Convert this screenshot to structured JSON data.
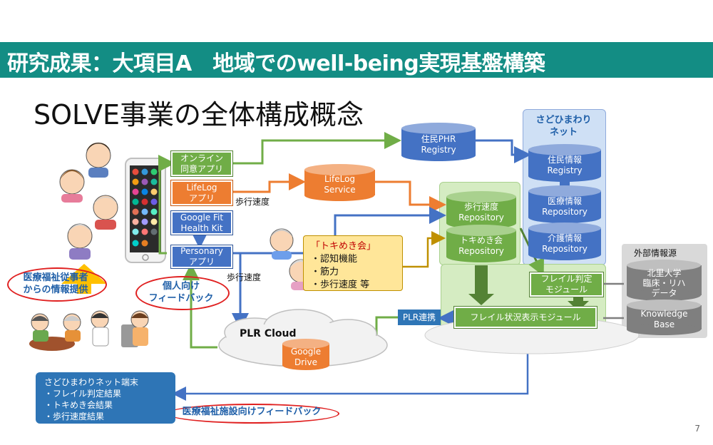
{
  "title": "研究成果：大項目A　地域でのwell-being実現基盤構築",
  "subtitle": "SOLVE事業の全体構成概念",
  "page_number": "7",
  "apps": {
    "online_consent": [
      "オンライン",
      "同意アプリ"
    ],
    "lifelog_app": [
      "LifeLog",
      "アプリ"
    ],
    "google_fit": [
      "Google Fit",
      "Health Kit"
    ],
    "personary": [
      "Personary",
      "アプリ"
    ]
  },
  "cylinders": {
    "resident_phr": [
      "住民PHR",
      "Registry"
    ],
    "lifelog_service": [
      "LifeLog",
      "Service"
    ],
    "walking_repo": [
      "歩行速度",
      "Repository"
    ],
    "tokimeki_repo": [
      "トキめき会",
      "Repository"
    ],
    "resident_info": [
      "住民情報",
      "Registry"
    ],
    "medical_info": [
      "医療情報",
      "Repository"
    ],
    "care_info": [
      "介護情報",
      "Repository"
    ],
    "kitasato": [
      "北里大学",
      "臨床・リハ",
      "データ"
    ],
    "knowledge_base": [
      "Knowledge",
      "Base"
    ],
    "google_drive": [
      "Google",
      "Drive"
    ]
  },
  "labels": {
    "walking_speed_1": "歩行速度",
    "walking_speed_2": "歩行速度",
    "sadohimawari_net": [
      "さどひまわり",
      "ネット"
    ],
    "external_info": "外部情報源",
    "frail_judgment": [
      "フレイル判定",
      "モジュール"
    ],
    "frail_display": "フレイル状況表示モジュール",
    "plr_link": "PLR連携",
    "plr_cloud": "PLR Cloud",
    "medical_welfare_staff": [
      "医療福祉従事者",
      "からの情報提供"
    ],
    "personal_feedback": [
      "個人向け",
      "フィードバック"
    ],
    "facility_feedback": "医療福祉施設向けフィードバック"
  },
  "tokimeki": {
    "title": "「トキめき会」",
    "items": [
      "・認知機能",
      "・筋力",
      "・歩行速度 等"
    ]
  },
  "terminal": {
    "title": "さどひまわりネット端末",
    "items": [
      "・フレイル判定結果",
      "・トキめき会結果",
      "・歩行速度結果"
    ]
  },
  "colors": {
    "banner": "#138d84",
    "green": "#70ad47",
    "orange": "#ed7d31",
    "blue": "#4472c4",
    "gray_cyl": "#7f7f7f",
    "feedback_red": "#e02020"
  }
}
